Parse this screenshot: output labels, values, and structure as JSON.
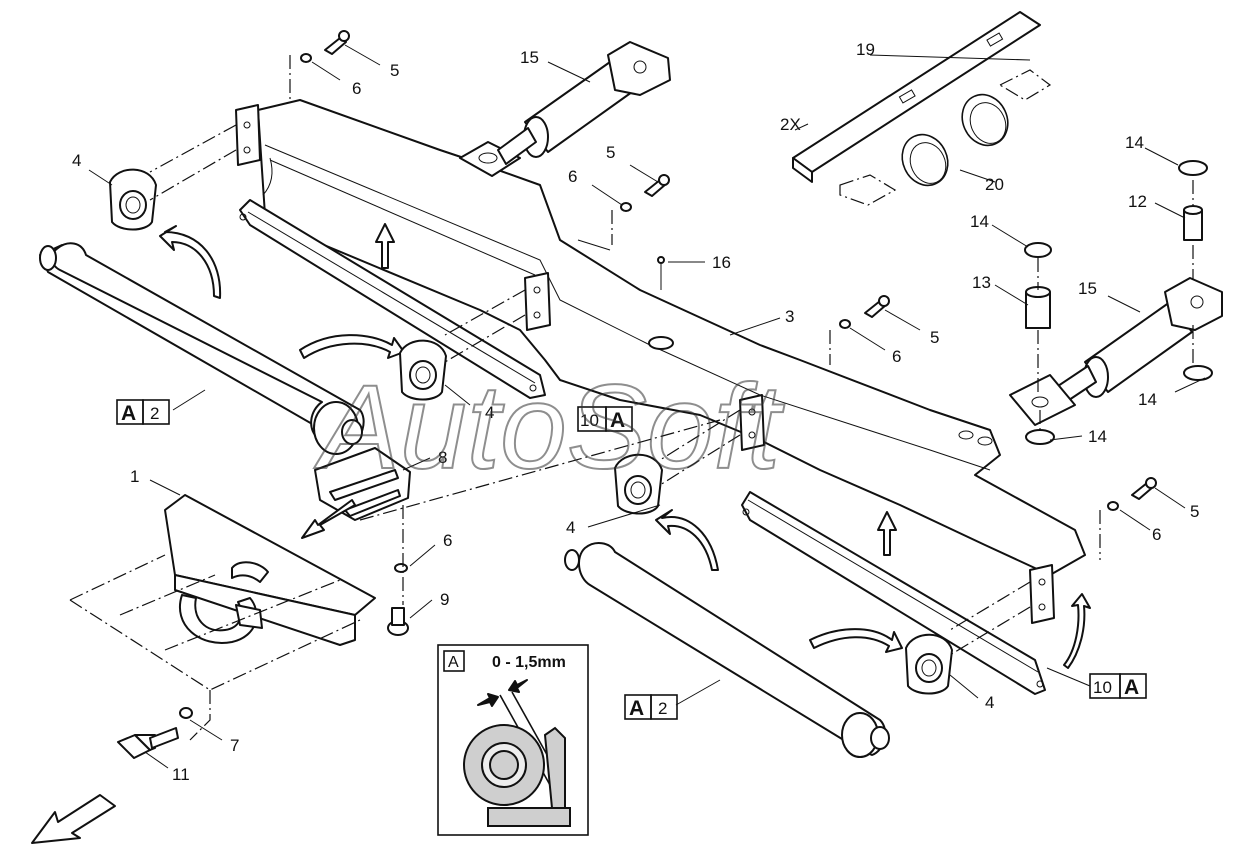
{
  "watermark": "AutoSoft",
  "callouts": {
    "c1": "1",
    "c3": "3",
    "c4a": "4",
    "c4b": "4",
    "c4c": "4",
    "c4d": "4",
    "c5a": "5",
    "c5b": "5",
    "c5c": "5",
    "c5d": "5",
    "c6a": "6",
    "c6b": "6",
    "c6c": "6",
    "c6d": "6",
    "c6e": "6",
    "c7": "7",
    "c8": "8",
    "c9": "9",
    "c11": "11",
    "c12": "12",
    "c13": "13",
    "c14a": "14",
    "c14b": "14",
    "c14c": "14",
    "c14d": "14",
    "c15a": "15",
    "c15b": "15",
    "c16": "16",
    "c19": "19",
    "c20": "20"
  },
  "qty_2x": "2X",
  "boxes": {
    "a2_left": {
      "letter": "A",
      "num": "2"
    },
    "a2_bottom": {
      "letter": "A",
      "num": "2"
    },
    "tenA_mid": {
      "num": "10",
      "letter": "A"
    },
    "tenA_right": {
      "num": "10",
      "letter": "A"
    }
  },
  "detail": {
    "letter": "A",
    "gap": "0 - 1,5mm"
  }
}
